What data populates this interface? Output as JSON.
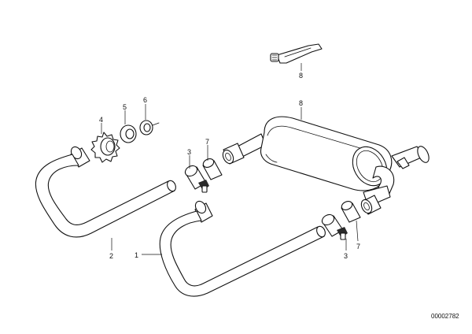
{
  "diagram": {
    "callouts": {
      "strap": "8",
      "muffler": "8",
      "gear": "4",
      "washer": "5",
      "ring": "6",
      "clamp_upper_a": "3",
      "clamp_upper_b": "7",
      "pipe_left": "2",
      "pipe_right": "1",
      "clamp_lower_a": "3",
      "clamp_lower_b": "7"
    },
    "document_number": "00002782",
    "line_color": "#111111",
    "background_color": "#ffffff"
  }
}
